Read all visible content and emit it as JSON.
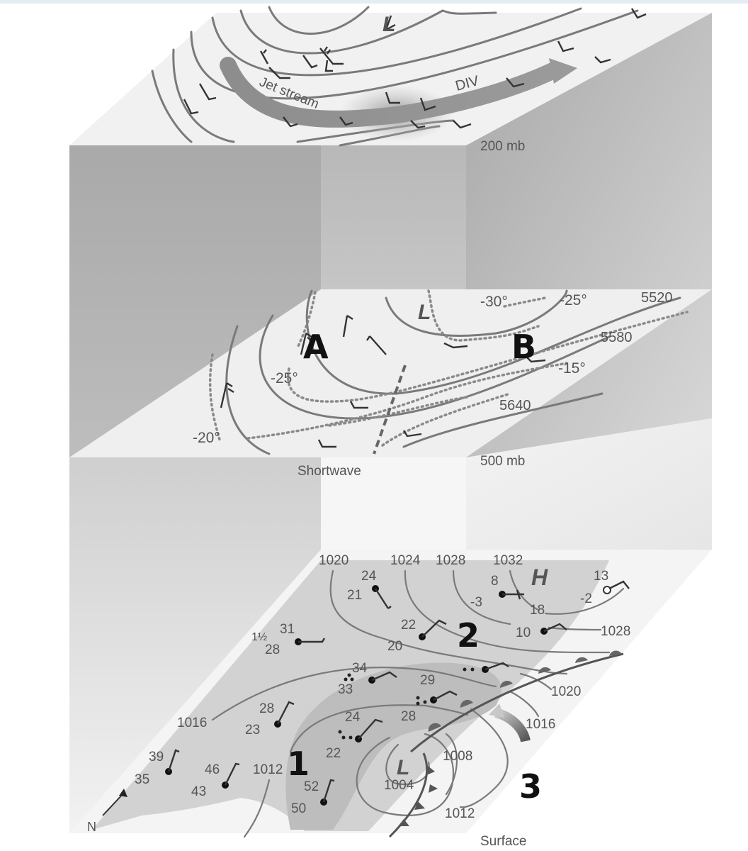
{
  "figure": {
    "type": "3D layered weather map diagram",
    "levels": [
      "200 mb",
      "500 mb",
      "Surface"
    ]
  },
  "level_200mb": {
    "label": "200 mb",
    "jet_label": "Jet stream",
    "div_label": "DIV",
    "low_symbol": "L"
  },
  "level_500mb": {
    "label": "500 mb",
    "low_symbol": "L",
    "shortwave_label": "Shortwave",
    "marker_a": "A",
    "marker_b": "B",
    "height_contours": [
      "5520",
      "5580",
      "5640"
    ],
    "isotherms": [
      "-30°",
      "-25°",
      "-25°",
      "-20°",
      "-15°"
    ]
  },
  "level_surface": {
    "label": "Surface",
    "high_symbol": "H",
    "low_symbol": "L",
    "marker_1": "1",
    "marker_2": "2",
    "marker_3": "3",
    "north_label": "N",
    "isobars": [
      "1020",
      "1024",
      "1028",
      "1032",
      "1028",
      "1020",
      "1016",
      "1016",
      "1012",
      "1012",
      "1008",
      "1004"
    ],
    "stations": [
      {
        "temp": "24",
        "dew": "21"
      },
      {
        "temp": "8",
        "dew": "-3"
      },
      {
        "temp": "13",
        "dew": "-2"
      },
      {
        "temp": "18",
        "dew": "10"
      },
      {
        "temp": "22",
        "dew": "20"
      },
      {
        "temp": "31",
        "dew": "28",
        "vis": "1½"
      },
      {
        "temp": "34",
        "dew": "33"
      },
      {
        "temp": "29",
        "dew": "28"
      },
      {
        "temp": "28",
        "dew": "23"
      },
      {
        "temp": "24",
        "dew": "22"
      },
      {
        "temp": "39",
        "dew": "35"
      },
      {
        "temp": "46",
        "dew": "43"
      },
      {
        "temp": "52",
        "dew": "50"
      }
    ]
  }
}
